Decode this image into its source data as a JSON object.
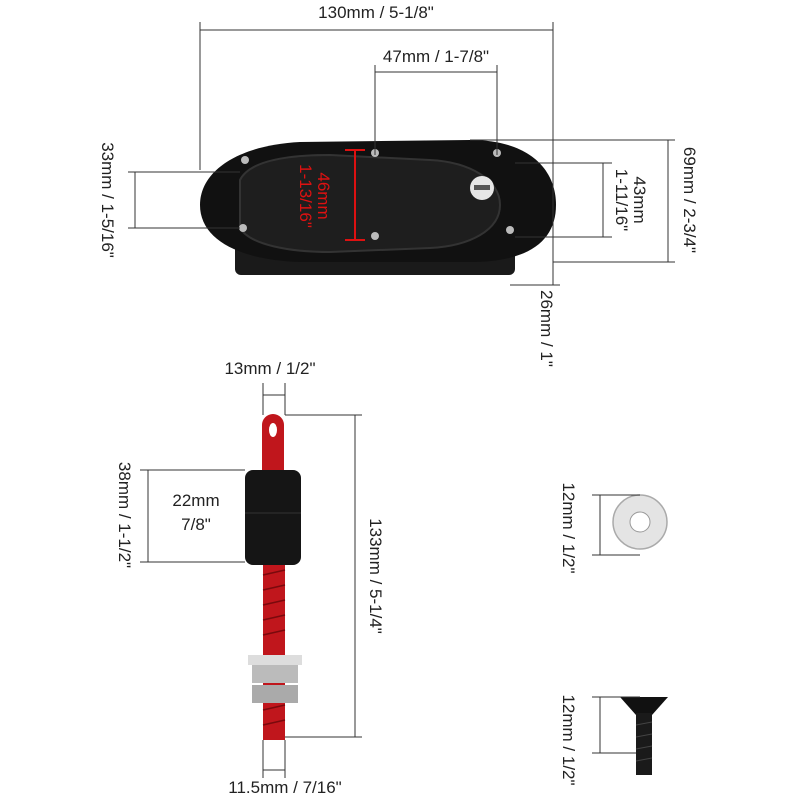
{
  "latch": {
    "width": "130mm / 5-1/8\"",
    "pin_spacing": "47mm / 1-7/8\"",
    "hole_spacing_left": "33mm / 1-5/16\"",
    "inner_height_line1": "46mm",
    "inner_height_line2": "1-13/16\"",
    "hole_spacing_right_line1": "43mm",
    "hole_spacing_right_line2": "1-11/16\"",
    "height": "69mm / 2-3/4\"",
    "depth": "26mm / 1\""
  },
  "pin": {
    "eye_width": "13mm / 1/2\"",
    "sleeve_length": "38mm / 1-1/2\"",
    "sleeve_diameter_line1": "22mm",
    "sleeve_diameter_line2": "7/8\"",
    "total_length": "133mm / 5-1/4\"",
    "thread_diameter": "11.5mm / 7/16\""
  },
  "washer": {
    "diameter": "12mm / 1/2\""
  },
  "screw": {
    "length": "12mm / 1/2\""
  },
  "colors": {
    "accent_red": "#d11111",
    "part_black": "#111111"
  }
}
